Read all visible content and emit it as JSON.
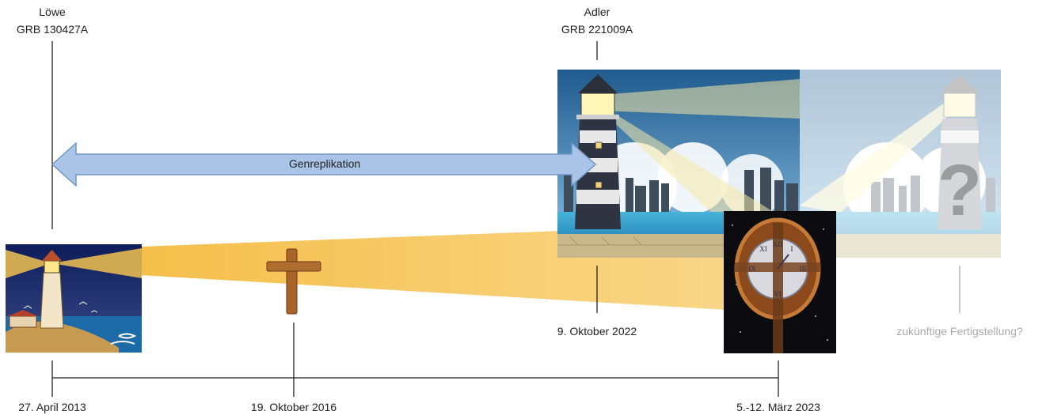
{
  "events": {
    "loewe": {
      "name": "Löwe",
      "grb": "GRB 130427A",
      "date": "27. April 2013"
    },
    "adler": {
      "name": "Adler",
      "grb": "GRB 221009A",
      "date": "9. Oktober 2022"
    },
    "kreuz": {
      "date": "19. Oktober 2016"
    },
    "uhr": {
      "date": "5.-12. März 2023"
    },
    "zukunft": {
      "label": "zukünftige Fertigstellung?",
      "symbol": "?"
    }
  },
  "arrow": {
    "label": "Genreplikation"
  },
  "colors": {
    "beam": "#f6c65a",
    "arrow_fill": "#a9c4e6",
    "arrow_stroke": "#6f93c4",
    "line": "#222222",
    "faded_text": "#a9a9a9"
  },
  "icons": [
    "lighthouse-night-image",
    "cross-icon",
    "lighthouse-city-image",
    "clock-cross-image",
    "lighthouse-faded-image"
  ]
}
